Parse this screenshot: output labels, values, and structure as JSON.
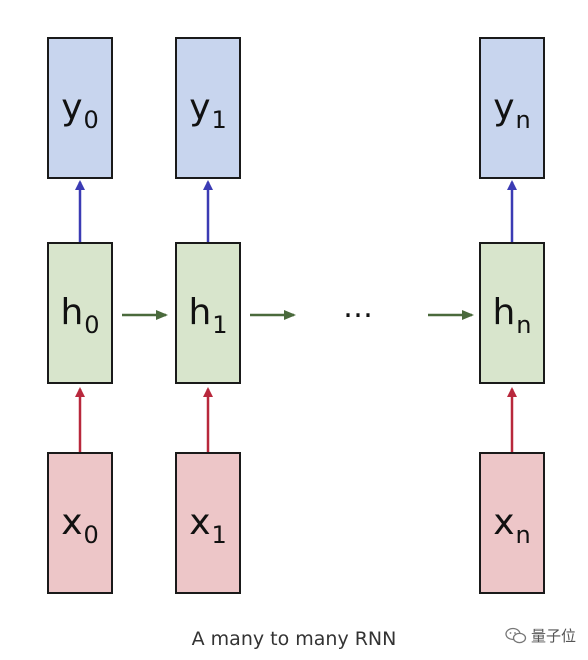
{
  "columns": [
    {
      "output": {
        "base": "y",
        "sub": "0"
      },
      "hidden": {
        "base": "h",
        "sub": "0"
      },
      "input": {
        "base": "x",
        "sub": "0"
      }
    },
    {
      "output": {
        "base": "y",
        "sub": "1"
      },
      "hidden": {
        "base": "h",
        "sub": "1"
      },
      "input": {
        "base": "x",
        "sub": "1"
      }
    },
    {
      "output": {
        "base": "y",
        "sub": "n"
      },
      "hidden": {
        "base": "h",
        "sub": "n"
      },
      "input": {
        "base": "x",
        "sub": "n"
      }
    }
  ],
  "ellipsis": "…",
  "caption": "A many to many RNN",
  "watermark": {
    "text": "量子位",
    "icon": "wechat-icon"
  },
  "colors": {
    "output_fill": "#c8d5ee",
    "hidden_fill": "#d8e5cc",
    "input_fill": "#edc6c8",
    "arrow_up_output": "#3b3bb4",
    "arrow_up_input": "#b8283c",
    "arrow_recurrent": "#4a6a3c"
  }
}
